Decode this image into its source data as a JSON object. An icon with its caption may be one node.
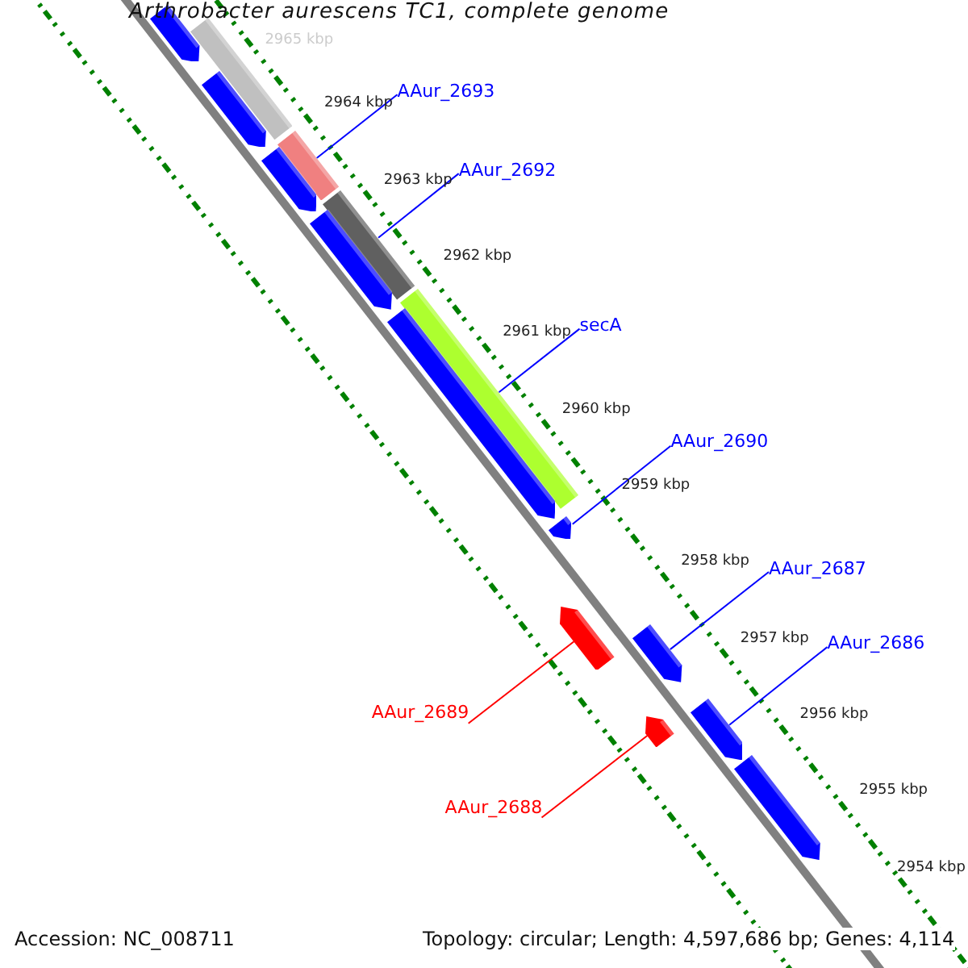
{
  "diagram": {
    "title": "Arthrobacter aurescens TC1, complete genome",
    "nodes": [
      {
        "text": [],
        "shape": "bar"
      },
      {
        "text": [],
        "shape": "bar"
      },
      {
        "text": [],
        "shape": "bar"
      },
      {
        "text": [],
        "shape": "bar"
      },
      {
        "text": [],
        "shape": "bar"
      },
      {
        "text": [],
        "shape": "bar"
      },
      {
        "text": [],
        "shape": "bar"
      },
      {
        "text": [],
        "shape": "bar"
      },
      {
        "text": [],
        "shape": "bar"
      },
      {
        "text": [],
        "shape": "bar"
      },
      {
        "text": [],
        "shape": "bar"
      },
      {
        "text": [],
        "shape": "bar"
      },
      {
        "text": [],
        "shape": "bar"
      },
      {
        "text": [],
        "shape": "bar"
      },
      {
        "text": [],
        "shape": "bar"
      },
      {
        "text": [
          "AAur_2693"
        ]
      },
      {
        "text": [
          "AAur_2692"
        ]
      },
      {
        "text": [
          "secA"
        ]
      },
      {
        "text": [
          "AAur_2690"
        ]
      },
      {
        "text": [
          "AAur_2687"
        ]
      },
      {
        "text": [
          "AAur_2686"
        ]
      },
      {
        "text": [
          "AAur_2689"
        ]
      },
      {
        "text": [
          "AAur_2688"
        ]
      }
    ],
    "edges": [
      {
        "from": 15,
        "to": 3,
        "arrow": "none"
      },
      {
        "from": 16,
        "to": 5,
        "arrow": "none"
      },
      {
        "from": 17,
        "to": 7,
        "arrow": "none"
      },
      {
        "from": 18,
        "to": 9,
        "arrow": "none"
      },
      {
        "from": 19,
        "to": 11,
        "arrow": "none"
      },
      {
        "from": 20,
        "to": 13,
        "arrow": "none"
      },
      {
        "from": 21,
        "to": 10,
        "arrow": "none",
        "color": "#ff0000"
      },
      {
        "from": 22,
        "to": 12,
        "arrow": "none",
        "color": "#ff0000"
      }
    ],
    "labels": [
      "2965 kbp",
      "2964 kbp",
      "2963 kbp",
      "2962 kbp",
      "2961 kbp",
      "2960 kbp",
      "2959 kbp",
      "2958 kbp",
      "2957 kbp",
      "2956 kbp",
      "2955 kbp",
      "2954 kbp",
      "Accession: NC_008711",
      "Topology: circular; Length: 4,597,686 bp; Genes: 4,114"
    ]
  }
}
